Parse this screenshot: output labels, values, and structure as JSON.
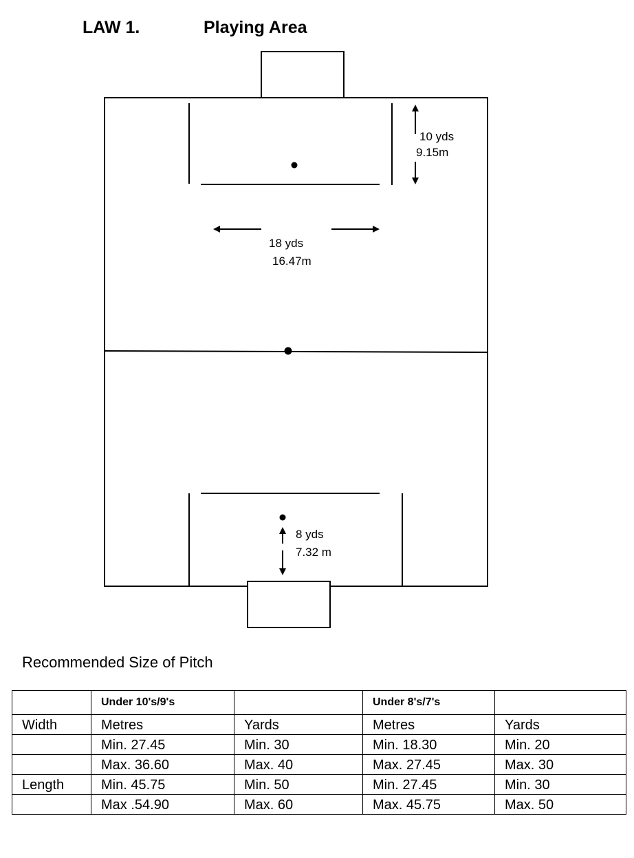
{
  "heading": {
    "law": "LAW 1.",
    "title": "Playing Area"
  },
  "diagram": {
    "top_area_depth": "10 yds",
    "top_area_depth_m": "9.15m",
    "area_width": "18 yds",
    "area_width_m": "16.47m",
    "bottom_spot_distance": "8 yds",
    "bottom_spot_distance_m": "7.32 m"
  },
  "table": {
    "title": "Recommended Size of Pitch",
    "group_headers": [
      "",
      "Under 10's/9's",
      "",
      "Under 8's/7's",
      ""
    ],
    "unit_row": [
      "Width",
      "Metres",
      "Yards",
      "Metres",
      "Yards"
    ],
    "rows": [
      [
        "",
        "Min.  27.45",
        "Min.  30",
        "Min.  18.30",
        "Min.   20"
      ],
      [
        "",
        "Max. 36.60",
        "Max. 40",
        "Max. 27.45",
        "Max.  30"
      ],
      [
        "Length",
        "Min.  45.75",
        "Min.  50",
        "Min.  27.45",
        "Min.   30"
      ],
      [
        "",
        "Max .54.90",
        "Max. 60",
        "Max. 45.75",
        "Max.  50"
      ]
    ]
  }
}
